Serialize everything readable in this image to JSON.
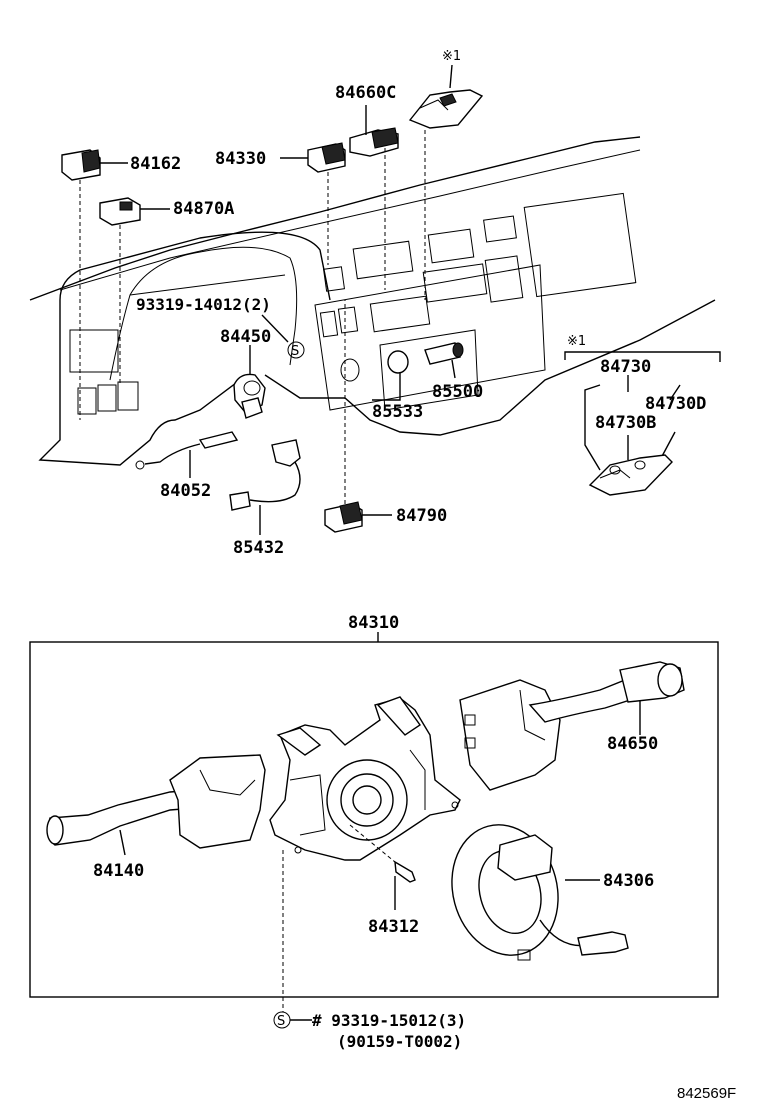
{
  "diagram_code": "842569F",
  "note_mark": "※1",
  "parts": {
    "p84162": "84162",
    "p84870A": "84870A",
    "p84330": "84330",
    "p84660C": "84660C",
    "p93319_14012": "93319-14012(2)",
    "p84450": "84450",
    "p84052": "84052",
    "p85432": "85432",
    "p84790": "84790",
    "p85533": "85533",
    "p85500": "85500",
    "p84730": "84730",
    "p84730D": "84730D",
    "p84730B": "84730B",
    "p84310": "84310",
    "p84650": "84650",
    "p84140": "84140",
    "p84306": "84306",
    "p84312": "84312",
    "p93319_15012": "# 93319-15012(3)",
    "p90159": "(90159-T0002)"
  },
  "symbols": {
    "screw_symbol": "S"
  }
}
